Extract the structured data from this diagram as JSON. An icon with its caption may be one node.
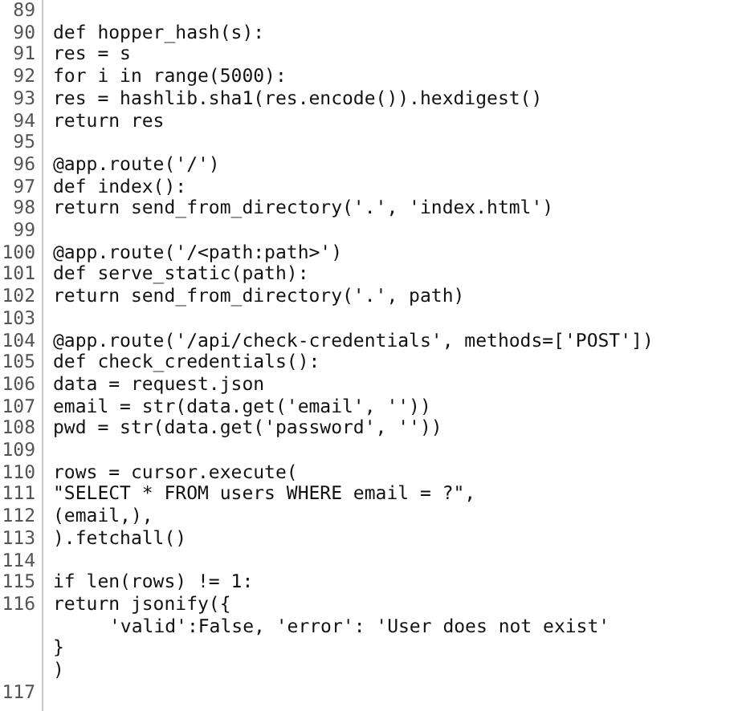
{
  "diagram": {
    "labels": [
      "89",
      "90",
      "def hopper_hash(s):",
      "91",
      "res = s",
      "92",
      "for i in range(5000):",
      "93",
      "res = hashlib.sha1(res.encode()).hexdigest()",
      "94",
      "return res",
      "95",
      "96",
      "@app.route('/')",
      "97",
      "def index():",
      "98",
      "return send_from_directory('.', 'index.html')",
      "99",
      "100",
      "@app.route('/<path:path>')",
      "101",
      "def serve_static(path):",
      "102",
      "return send_from_directory('.', path)",
      "103",
      "104",
      "@app.route('/api/check-credentials', methods=['POST'])",
      "105",
      "def check_credentials():",
      "106",
      "data = request.json",
      "107",
      "email = str(data.get('email', ''))",
      "108",
      "pwd = str(data.get('password', ''))",
      "109",
      "110",
      "rows = cursor.execute(",
      "111",
      "\"SELECT * FROM users WHERE email = ?\",",
      "112",
      "(email,),",
      "113",
      ").fetchall()",
      "114",
      "115",
      "if len(rows) != 1:",
      "116",
      "return jsonify({",
      "'valid':False, 'error': 'User does not exist'",
      "}",
      ")",
      "117"
    ]
  }
}
